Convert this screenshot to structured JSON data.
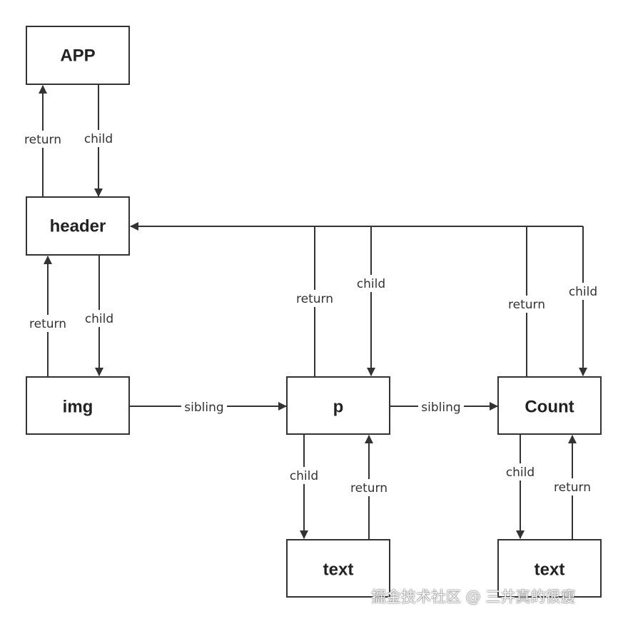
{
  "nodes": {
    "app": "APP",
    "header": "header",
    "img": "img",
    "p": "p",
    "count": "Count",
    "text_p": "text",
    "text_count": "text"
  },
  "edges": {
    "child": "child",
    "return": "return",
    "sibling": "sibling"
  },
  "watermark": "掘金技术社区 @ 三井真的很瘦",
  "colors": {
    "stroke": "#333333",
    "text": "#222222",
    "background": "#ffffff"
  }
}
